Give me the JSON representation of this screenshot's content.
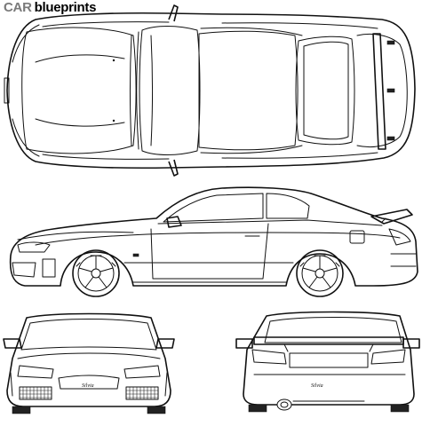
{
  "header": {
    "logo_car": "CAR",
    "logo_blueprints": "blueprints"
  },
  "badges": {
    "front": "Silvia",
    "rear": "Silvia"
  }
}
